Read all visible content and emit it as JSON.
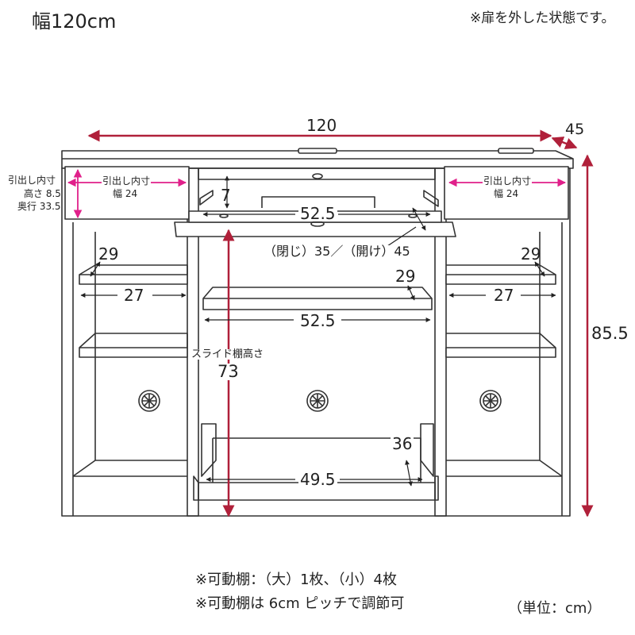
{
  "header": {
    "width_label": "幅120cm",
    "note": "※扉を外した状態です。"
  },
  "dimensions": {
    "overall_width": "120",
    "depth": "45",
    "height": "85.5",
    "drawer_left_title": "引出し内寸",
    "drawer_left_width": "幅 24",
    "drawer_right_title": "引出し内寸",
    "drawer_right_width": "幅 24",
    "drawer_side_title": "引出し内寸",
    "drawer_side_height": "高さ 8.5",
    "drawer_side_depth": "奥行 33.5",
    "top_gap": "7",
    "slide_shelf_width": "52.5",
    "slide_shelf_depth": "（閉じ）35／（開け）45",
    "left_shelf_depth": "29",
    "right_shelf_depth": "29",
    "center_shelf_depth": "29",
    "left_shelf_width": "27",
    "right_shelf_width": "27",
    "center_shelf_width": "52.5",
    "slide_shelf_height_label": "スライド棚高さ",
    "slide_shelf_height": "73",
    "bottom_shelf_depth": "36",
    "bottom_shelf_width": "49.5"
  },
  "footer": {
    "note1": "※可動棚：（大）1枚、（小）4枚",
    "note2": "※可動棚は 6cm ピッチで調節可",
    "unit": "（単位：cm）"
  },
  "colors": {
    "line": "#333333",
    "dimension_red": "#b0203a",
    "dimension_pink": "#e0208a"
  }
}
